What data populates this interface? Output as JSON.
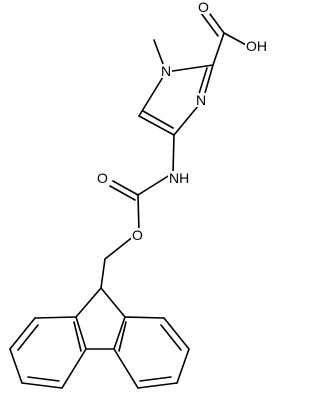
{
  "atoms": {
    "oxygen_carbonyl_acid": "O",
    "hydroxyl": "OH",
    "nitrogen_methyl": "N",
    "nitrogen_ring": "N",
    "amide_nh": "NH",
    "oxygen_carbonyl_carbamate": "O",
    "oxygen_ester": "O"
  },
  "colors": {
    "bond": "#000000",
    "label": "#000000",
    "background": "#ffffff"
  }
}
